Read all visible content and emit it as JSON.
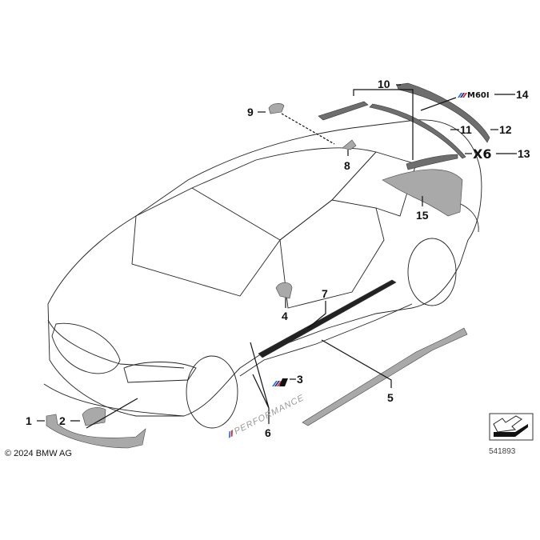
{
  "diagram": {
    "callouts": {
      "c1": "1",
      "c2": "2",
      "c3": "3",
      "c4": "4",
      "c5": "5",
      "c6": "6",
      "c7": "7",
      "c8": "8",
      "c9": "9",
      "c10": "10",
      "c11": "11",
      "c12": "12",
      "c13": "13",
      "c14": "14",
      "c15": "15"
    },
    "badges": {
      "x6": "X6",
      "m60i": "M60I",
      "performance": "PERFORMANCE"
    },
    "copyright": "© 2024 BMW AG",
    "reference_number": "541893",
    "colors": {
      "part_dark": "#6e6e6e",
      "part_light": "#a9a9a9",
      "m_blue": "#2a6bd6",
      "m_red": "#d4202a"
    }
  }
}
